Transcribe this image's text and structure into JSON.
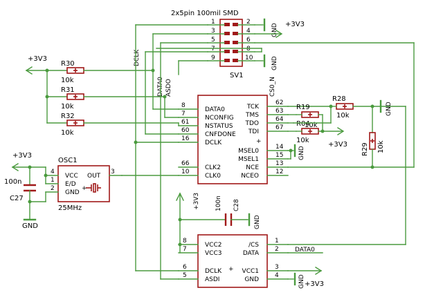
{
  "connector": {
    "title": "2x5pin 100mil SMD",
    "name": "SV1",
    "left_pins": [
      "1",
      "3",
      "5",
      "7",
      "9"
    ],
    "right_pins": [
      "2",
      "4",
      "6",
      "8",
      "10"
    ]
  },
  "fpga": {
    "left_pins": [
      {
        "num": "8",
        "name": "DATA0"
      },
      {
        "num": "7",
        "name": "NCONFIG"
      },
      {
        "num": "61",
        "name": "NSTATUS"
      },
      {
        "num": "60",
        "name": "CNFDONE"
      },
      {
        "num": "16",
        "name": "DCLK"
      },
      {
        "num": "66",
        "name": "CLK2"
      },
      {
        "num": "10",
        "name": "CLK0"
      }
    ],
    "right_pins": [
      {
        "num": "62",
        "name": "TCK"
      },
      {
        "num": "63",
        "name": "TMS"
      },
      {
        "num": "64",
        "name": "TDO"
      },
      {
        "num": "67",
        "name": "TDI"
      },
      {
        "num": "14",
        "name": "MSEL0"
      },
      {
        "num": "15",
        "name": "MSEL1"
      },
      {
        "num": "13",
        "name": "NCE"
      },
      {
        "num": "12",
        "name": "NCEO"
      }
    ],
    "cs_label": "CS0_N"
  },
  "config_chip": {
    "left_pins": [
      {
        "num": "8",
        "name": "VCC2"
      },
      {
        "num": "7",
        "name": "VCC3"
      },
      {
        "num": "6",
        "name": "DCLK"
      },
      {
        "num": "5",
        "name": "ASDI"
      }
    ],
    "right_pins": [
      {
        "num": "1",
        "name": "/CS"
      },
      {
        "num": "2",
        "name": "DATA"
      },
      {
        "num": "3",
        "name": "VCC1"
      },
      {
        "num": "4",
        "name": "GND"
      }
    ]
  },
  "oscillator": {
    "name": "OSC1",
    "freq": "25MHz",
    "left_pins": [
      {
        "num": "4",
        "name": "VCC"
      },
      {
        "num": "1",
        "name": "E/D"
      },
      {
        "num": "2",
        "name": "GND"
      }
    ],
    "out_pin": {
      "num": "3",
      "name": "OUT"
    }
  },
  "resistors": [
    {
      "name": "R30",
      "value": "10k"
    },
    {
      "name": "R31",
      "value": "10k"
    },
    {
      "name": "R32",
      "value": "10k"
    },
    {
      "name": "R19",
      "value": "10k"
    },
    {
      "name": "R04",
      "value": "10k"
    },
    {
      "name": "R28",
      "value": "10k"
    },
    {
      "name": "R29",
      "value": "10k"
    }
  ],
  "capacitors": [
    {
      "name": "C27",
      "value": "100n"
    },
    {
      "name": "C28",
      "value": "100n"
    }
  ],
  "nets": {
    "vcc": "+3V3",
    "gnd": "GND",
    "dclk": "DCLK",
    "data0": "DATA0",
    "asdo": "ASDO"
  }
}
